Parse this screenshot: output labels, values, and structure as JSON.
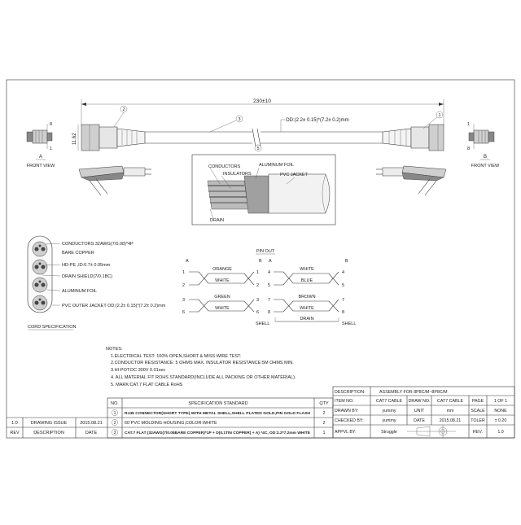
{
  "diagram": {
    "dimension_length": "230±10",
    "dimension_height": "11.62",
    "cable_od": "OD:(2.2± 0.15)*(7.2± 0.2)mm",
    "balloons": [
      "2",
      "3",
      "1",
      "5"
    ],
    "end_a": {
      "pin_top": "8",
      "pin_bottom": "1",
      "letter": "A",
      "caption": "FRONT VIEW"
    },
    "end_b": {
      "pin_top": "1",
      "pin_bottom": "8",
      "letter": "B",
      "caption": "FRONT VIEW"
    },
    "detail": {
      "conductors": "CONDUCTORS",
      "insulators": "INSULATORS",
      "aluminum_foil": "ALUMINUM FOIL",
      "pvc_jacket": "PVC JACKET",
      "drain": "DRAIN"
    },
    "cord_spec": {
      "items": [
        "CONDUCTORS:32AWG(7/0.08)*4P",
        "BARE COPPER",
        "HD-PE ,ID:0.7± 0.05mm",
        "DRAIN SHIELD(7/0.1BC)",
        "ALUMINUM FOIL",
        "PVC OUTER JACKET OD:(2.2± 0.15)*(7.2± 0.2)mm"
      ],
      "title": "CORD SPECIFICATION"
    },
    "pinout": {
      "title": "PIN OUT",
      "col_a": "A",
      "col_b": "B",
      "rows": [
        {
          "a": "1",
          "b": "1",
          "c": "4",
          "d": "4",
          "left": "ORANGE",
          "right": "WHITE"
        },
        {
          "a": "2",
          "b": "2",
          "c": "5",
          "d": "5",
          "left": "WHITE",
          "right": "BLUE"
        },
        {
          "a": "3",
          "b": "3",
          "c": "7",
          "d": "7",
          "left": "GREEN",
          "right": "BROWN"
        },
        {
          "a": "6",
          "b": "6",
          "c": "8",
          "d": "8",
          "left": "WHITE",
          "right": "WHITE"
        }
      ],
      "shell_left": "SHELL",
      "drain": "DRAIN",
      "shell_right": "SHELL"
    }
  },
  "notes": {
    "title": "NOTES:",
    "lines": [
      "1.ELECTRICAL TEST: 100% OPEN,SHORT & MISS WIRE TEST.",
      "2.CONDUCTOR RESISTANCE: 5 OHMS MAX. INSULATOR RESISTANCE:5M OHMS MIN.",
      "3.HI-POT:DC 300V 0.01sec",
      "4. ALL MATERIAL FIT ROHS STANDARD(INCLUDE ALL PACKING OR OTHER MATERIAL).",
      "5. MARK:CAT.7 FLAT CABLE RoHS"
    ]
  },
  "bom": {
    "headers": [
      "NO.",
      "SPECIFICATION STANDARD",
      "QTY"
    ],
    "rows": [
      {
        "no": "1",
        "spec": "RJ45 CONNECTOR(SHORT TYPE) WITH METAL SHELL,SHELL PLATED GOLD,PIN GOLD FLASH",
        "qty": "2"
      },
      {
        "no": "2",
        "spec": "60 PVC MOLDING HOUSING,COLOR:WHITE",
        "qty": "2"
      },
      {
        "no": "3",
        "spec": "CAT.7 FLAT (32AWG(7/0.08BARE COPPER)*1P + D(0.1TIN COPPER) + A) *4C, OD:2.2*7.2mm WHITE",
        "qty": "1"
      }
    ]
  },
  "revision": {
    "row": [
      "1.0",
      "DRAWING ISSUE",
      "2015.08.21"
    ],
    "headers": [
      "REV",
      "DESCRIPTION",
      "DATE"
    ]
  },
  "title_block": {
    "description_label": "DESCRIPTION:",
    "description": "ASSEMBLY FOR 8P8C/M~8P8C/M",
    "item_no_label": "ITEM NO.",
    "item_no": "CAT7 CABLE",
    "drw_no_label": "DRAW NO.",
    "drw_no": "CAT7 CABLE",
    "page_label": "PAGE",
    "page": "1 OF 1",
    "drawn_label": "DRAWN BY:",
    "drawn": "yummy",
    "unit_label": "UNIT",
    "unit": "mm",
    "scale_label": "SCALE",
    "scale": "NONE",
    "checked_label": "CHECKED BY:",
    "checked": "yummy",
    "date_label": "DATE",
    "date": "2015.08.21",
    "toler_label": "TOLER",
    "toler": "± 0.20",
    "approved_label": "APPVL BY:",
    "approved": "Struggle",
    "rev_label": "REV.",
    "rev": "1.0"
  }
}
